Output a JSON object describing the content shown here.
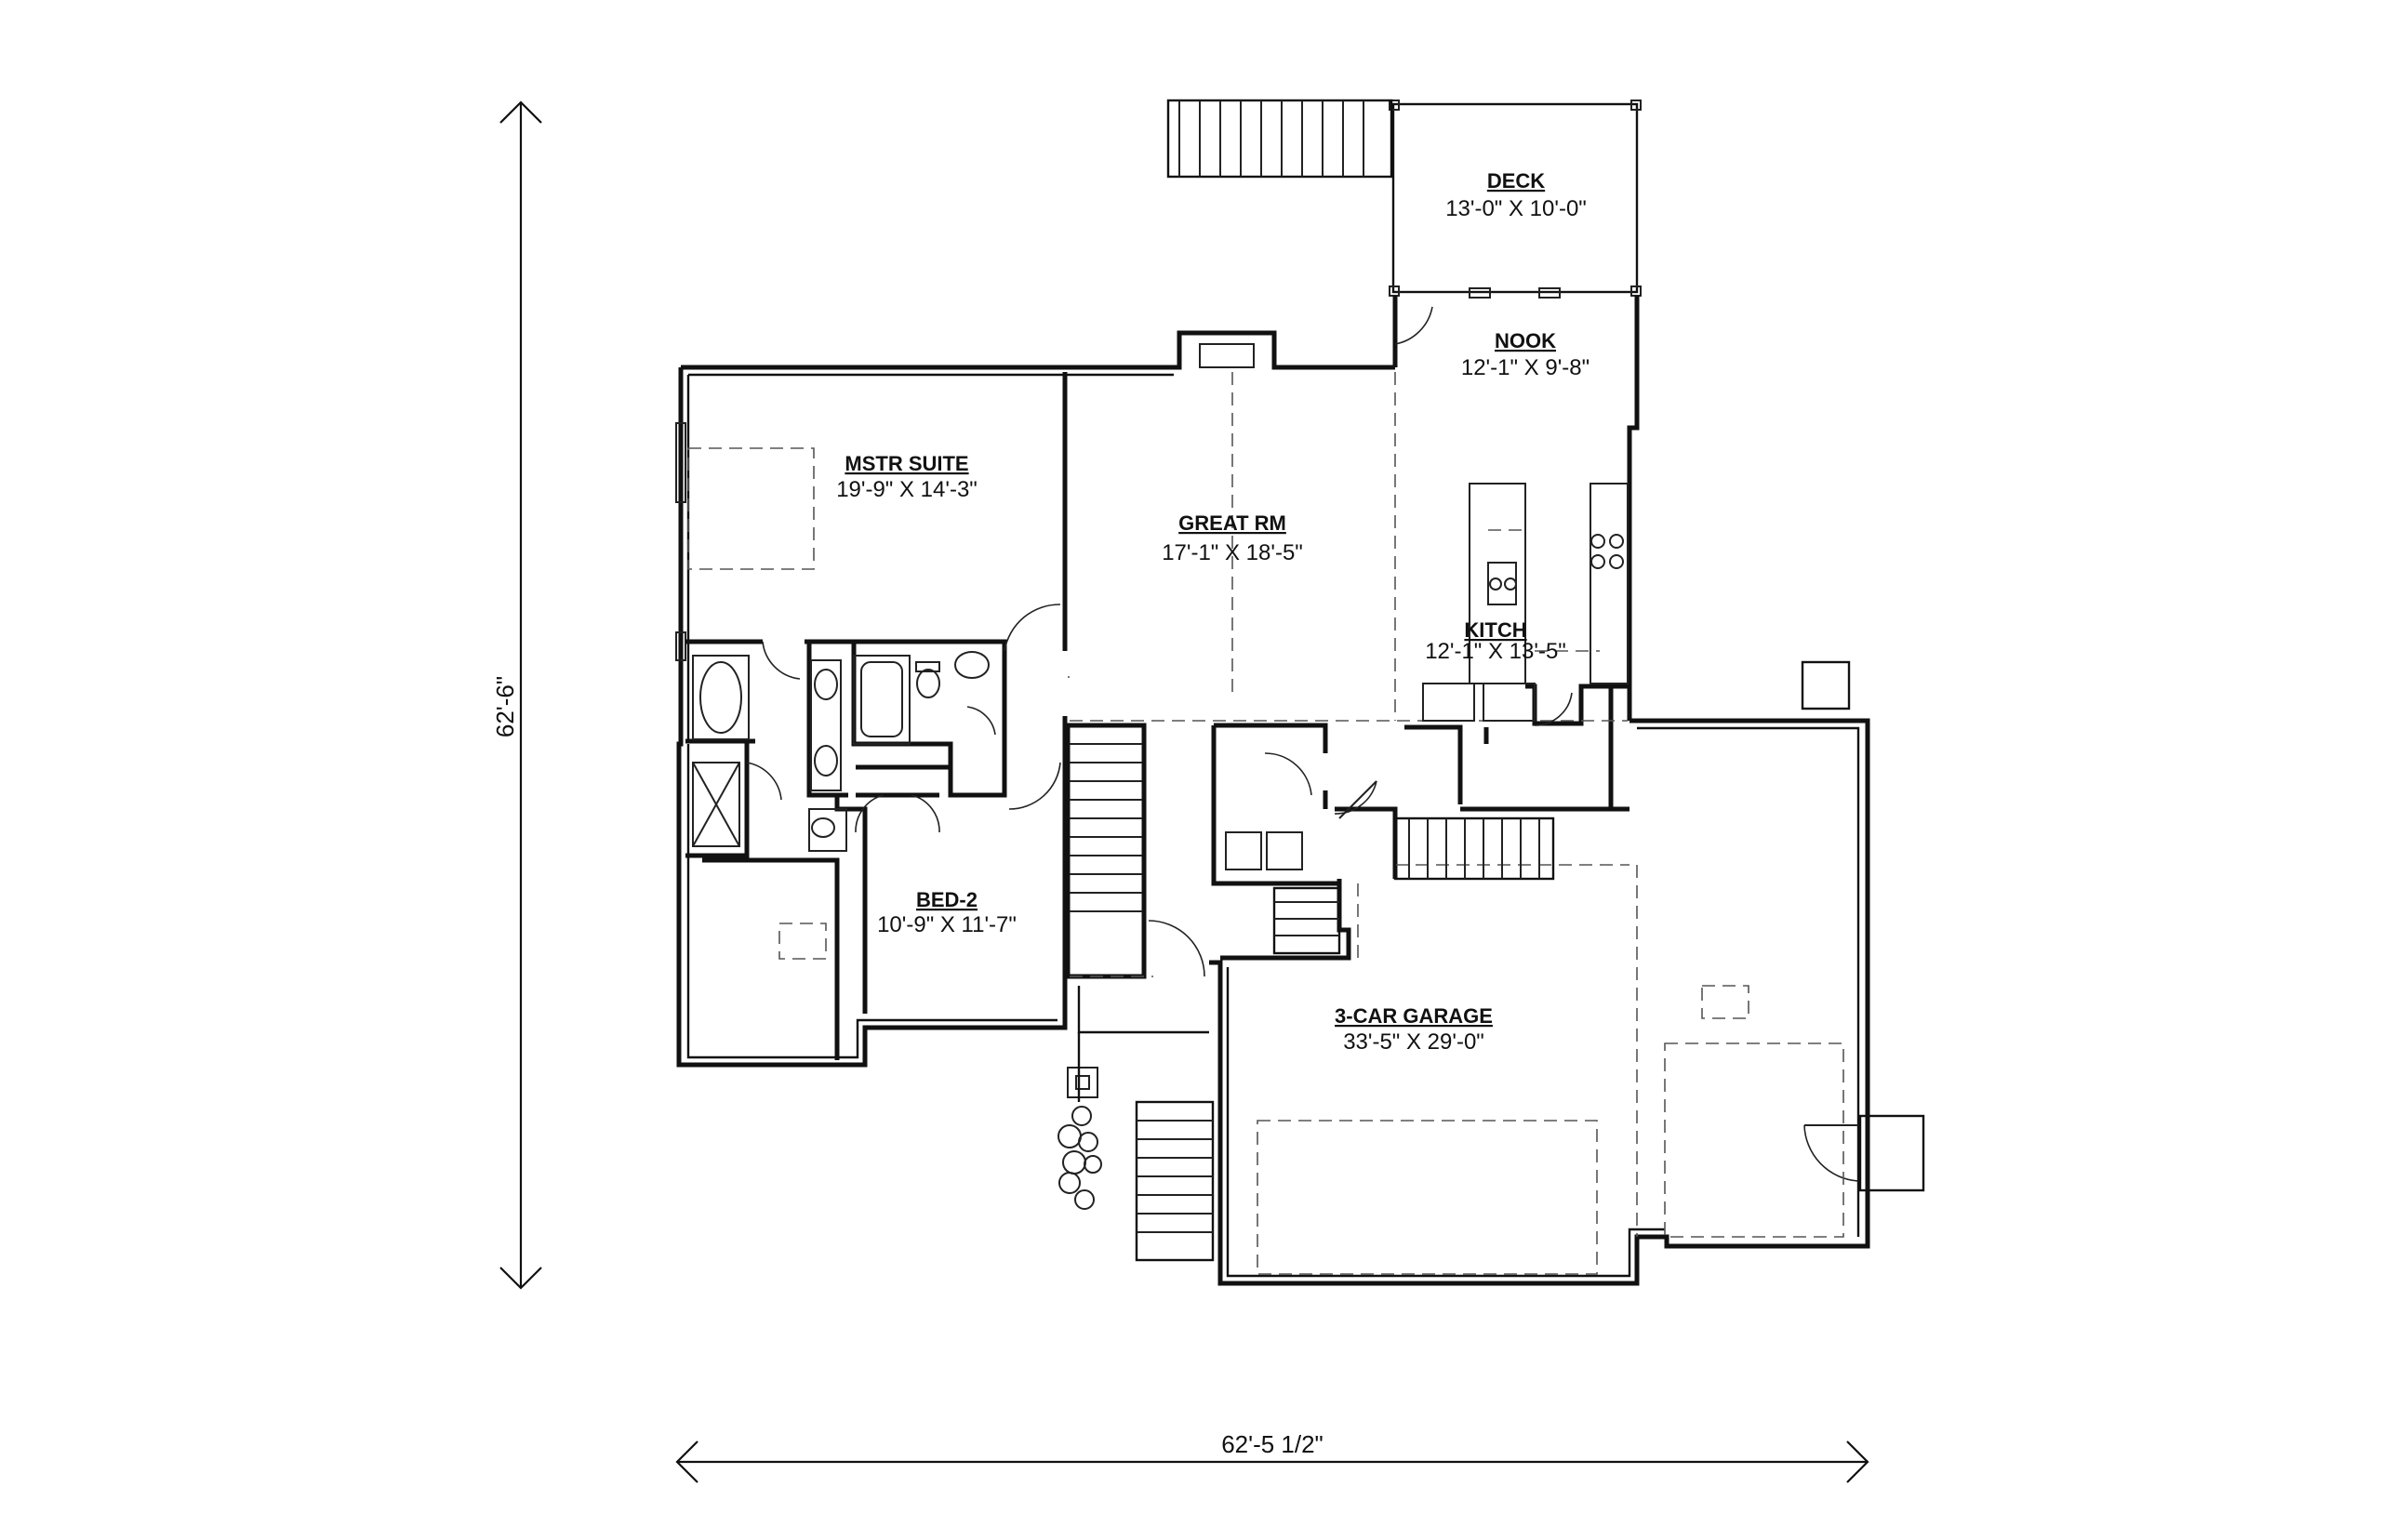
{
  "rooms": {
    "deck": {
      "name": "DECK",
      "size": "13'-0\" X 10'-0\""
    },
    "nook": {
      "name": "NOOK",
      "size": "12'-1\" X 9'-8\""
    },
    "mstr": {
      "name": "MSTR SUITE",
      "size": "19'-9\" X 14'-3\""
    },
    "great": {
      "name": "GREAT RM",
      "size": "17'-1\" X 18'-5\""
    },
    "kitch": {
      "name": "KITCH",
      "size": "12'-1\" X 13'-5\""
    },
    "bed2": {
      "name": "BED-2",
      "size": "10'-9\" X 11'-7\""
    },
    "garage": {
      "name": "3-CAR GARAGE",
      "size": "33'-5\" X 29'-0\""
    }
  },
  "dimensions": {
    "overall_depth": "62'-6\"",
    "overall_width": "62'-5 1/2\""
  }
}
